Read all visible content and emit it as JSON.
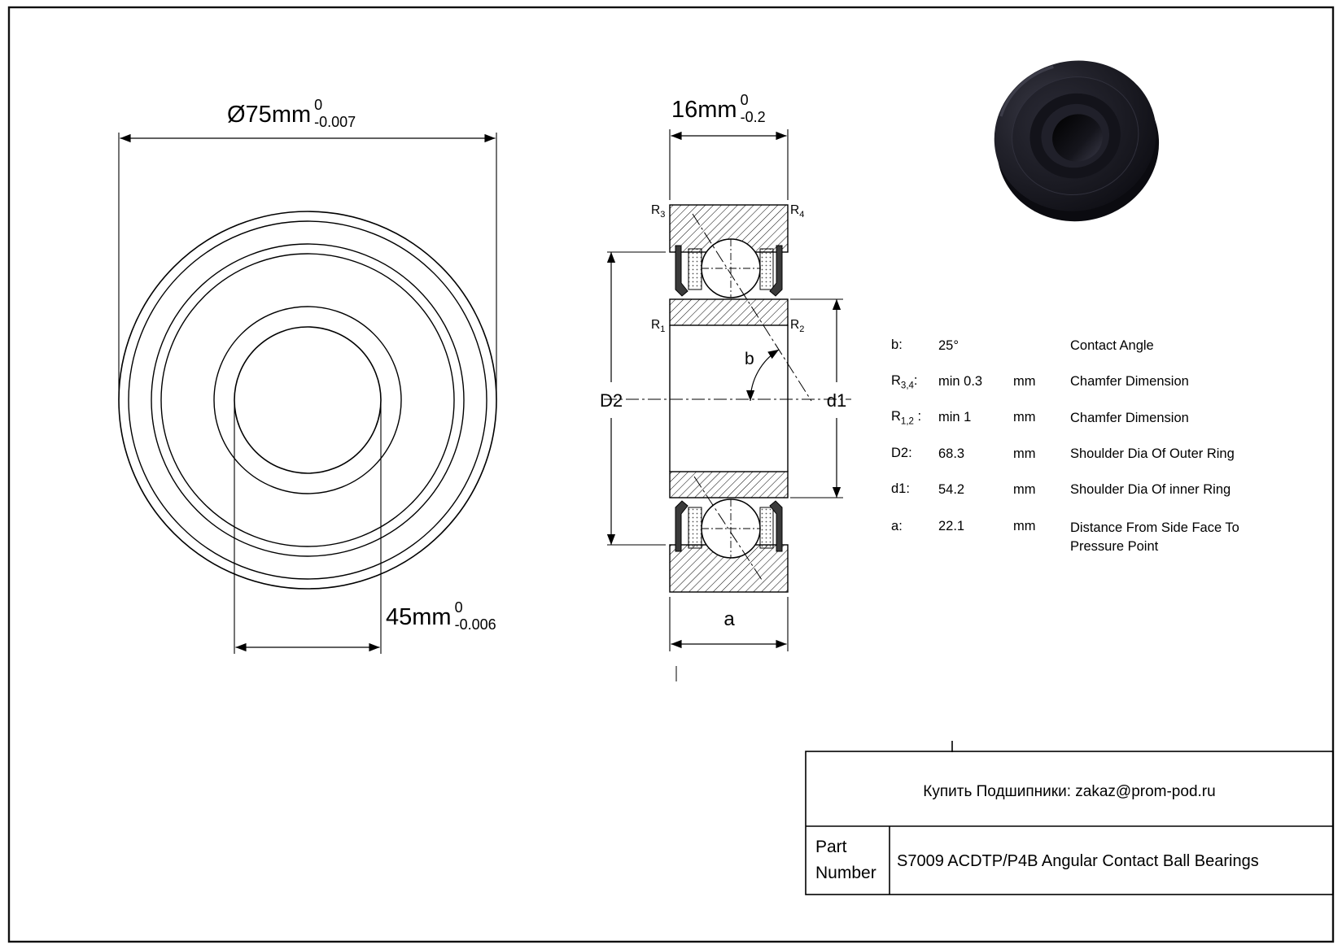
{
  "page": {
    "colors": {
      "background": "#ffffff",
      "line": "#000000",
      "bearing_body": "#1b1b24"
    }
  },
  "front_view": {
    "dim_outer": {
      "main": "Ø75mm",
      "tol_upper": "0",
      "tol_lower": "-0.007"
    },
    "dim_bore": {
      "main": "45mm",
      "tol_upper": "0",
      "tol_lower": "-0.006"
    }
  },
  "section_view": {
    "dim_width": {
      "main": "16mm",
      "tol_upper": "0",
      "tol_lower": "-0.2"
    },
    "labels": {
      "r3": {
        "base": "R",
        "sub": "3"
      },
      "r4": {
        "base": "R",
        "sub": "4"
      },
      "r1": {
        "base": "R",
        "sub": "1"
      },
      "r2": {
        "base": "R",
        "sub": "2"
      },
      "d2": "D2",
      "d1": "d1",
      "b": "b",
      "a": "a"
    }
  },
  "spec_table": {
    "rows": [
      {
        "base": "b",
        "sub": "",
        "suffix": ":",
        "value": "25°",
        "unit": "",
        "desc": "Contact Angle",
        "desc2": ""
      },
      {
        "base": "R",
        "sub": "3,4",
        "suffix": ":",
        "value": "min  0.3",
        "unit": "mm",
        "desc": "Chamfer Dimension",
        "desc2": ""
      },
      {
        "base": "R",
        "sub": "1,2",
        "suffix": " :",
        "value": "min  1",
        "unit": "mm",
        "desc": "Chamfer Dimension",
        "desc2": ""
      },
      {
        "base": "D2",
        "sub": "",
        "suffix": ":",
        "value": "68.3",
        "unit": "mm",
        "desc": "Shoulder Dia Of Outer Ring",
        "desc2": ""
      },
      {
        "base": "d1",
        "sub": "",
        "suffix": ":",
        "value": "54.2",
        "unit": "mm",
        "desc": "Shoulder Dia Of inner Ring",
        "desc2": ""
      },
      {
        "base": "a",
        "sub": "",
        "suffix": ":",
        "value": "22.1",
        "unit": "mm",
        "desc": "Distance From Side Face To",
        "desc2": "Pressure Point"
      }
    ]
  },
  "title_block": {
    "contact": "Купить Подшипники: zakaz@prom-pod.ru",
    "part_label_line1": "Part",
    "part_label_line2": "Number",
    "part_number": "S7009 ACDTP/P4B Angular Contact Ball Bearings"
  }
}
